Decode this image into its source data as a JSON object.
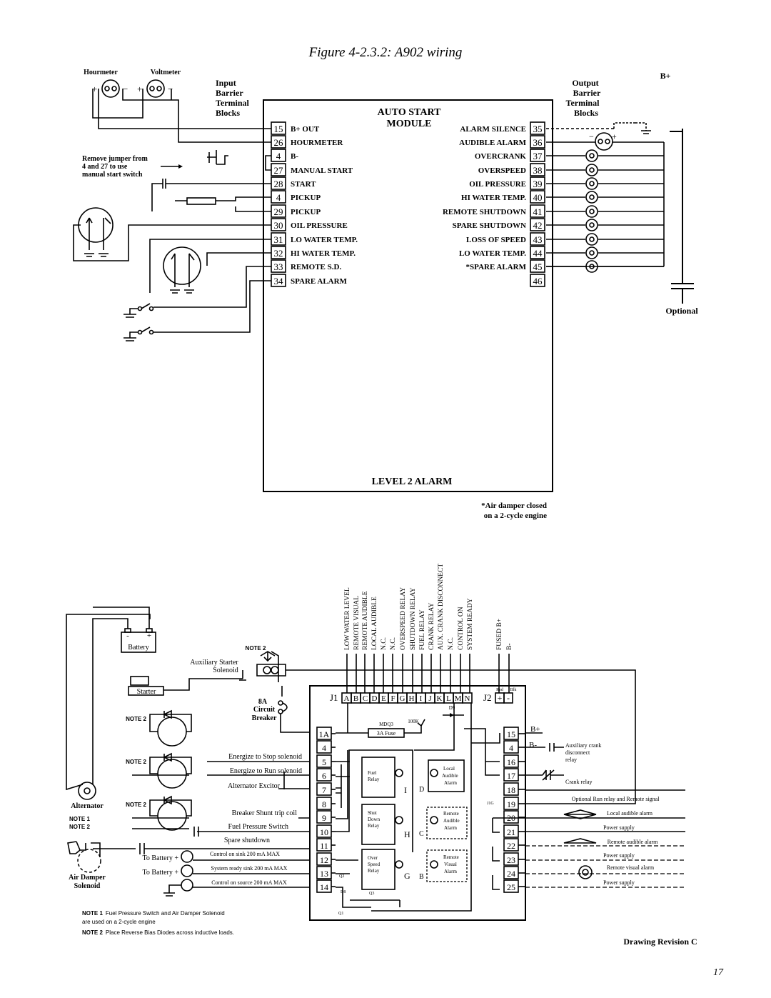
{
  "figure_title": "Figure 4-2.3.2: A902 wiring",
  "page_number": "17",
  "drawing_revision": "Drawing Revision C",
  "top": {
    "hourmeter": "Hourmeter",
    "voltmeter": "Voltmeter",
    "input_header": [
      "Input",
      "Barrier",
      "Terminal",
      "Blocks"
    ],
    "output_header": [
      "Output",
      "Barrier",
      "Terminal",
      "Blocks"
    ],
    "module_title_1": "AUTO START",
    "module_title_2": "MODULE",
    "level_alarm": "LEVEL 2 ALARM",
    "jumper_note": [
      "Remove jumper from",
      "4 and 27 to use",
      "manual start switch"
    ],
    "bplus": "B+",
    "optional": "Optional",
    "footnote": [
      "*Air damper closed",
      "on a 2-cycle engine"
    ],
    "left_terms": [
      {
        "num": "15",
        "label": "B+ OUT"
      },
      {
        "num": "26",
        "label": "HOURMETER"
      },
      {
        "num": "4",
        "label": "B-"
      },
      {
        "num": "27",
        "label": "MANUAL START"
      },
      {
        "num": "28",
        "label": "START"
      },
      {
        "num": "4",
        "label": "PICKUP"
      },
      {
        "num": "29",
        "label": "PICKUP"
      },
      {
        "num": "30",
        "label": "OIL PRESSURE"
      },
      {
        "num": "31",
        "label": "LO WATER TEMP."
      },
      {
        "num": "32",
        "label": "HI WATER TEMP."
      },
      {
        "num": "33",
        "label": "REMOTE S.D."
      },
      {
        "num": "34",
        "label": "SPARE ALARM"
      }
    ],
    "right_terms": [
      {
        "num": "35",
        "label": "ALARM SILENCE"
      },
      {
        "num": "36",
        "label": "AUDIBLE ALARM"
      },
      {
        "num": "37",
        "label": "OVERCRANK"
      },
      {
        "num": "38",
        "label": "OVERSPEED"
      },
      {
        "num": "39",
        "label": "OIL PRESSURE"
      },
      {
        "num": "40",
        "label": "HI WATER TEMP."
      },
      {
        "num": "41",
        "label": "REMOTE SHUTDOWN"
      },
      {
        "num": "42",
        "label": "SPARE SHUTDOWN"
      },
      {
        "num": "43",
        "label": "LOSS OF SPEED"
      },
      {
        "num": "44",
        "label": "LO WATER TEMP."
      },
      {
        "num": "45",
        "label": "*SPARE ALARM"
      },
      {
        "num": "46",
        "label": ""
      }
    ]
  },
  "bottom": {
    "vertical_labels": [
      "LOW WATER LEVEL",
      "REMOTE VISUAL",
      "REMOTE AUDIBLE",
      "LOCAL AUDIBLE",
      "N.C.",
      "N.C.",
      "OVERSPEED RELAY",
      "SHUTDOWN RELAY",
      "FUEL RELAY",
      "CRANK RELAY",
      "AUX. CRANK DISCONNECT",
      "N.C.",
      "CONTROL ON",
      "SYSTEM READY",
      "FUSED B+",
      "B-"
    ],
    "j1_label": "J1",
    "j1_pins": [
      "A",
      "B",
      "C",
      "D",
      "E",
      "F",
      "G",
      "H",
      "I",
      "J",
      "K",
      "L",
      "M",
      "N"
    ],
    "j2_label": "J2",
    "j2_pins": [
      "+",
      "-"
    ],
    "red": "Red",
    "blk": "Blk",
    "battery": "Battery",
    "battery_minus": "-",
    "battery_plus": "+",
    "aux_starter": [
      "Auxiliary Starter",
      "Solenoid"
    ],
    "starter": "Starter",
    "breaker": [
      "8A",
      "Circuit",
      "Breaker"
    ],
    "note2": "NOTE 2",
    "note1": "NOTE 1",
    "alternator": "Alternator",
    "air_damper": [
      "Air Damper",
      "Solenoid"
    ],
    "left_terms": [
      "1A",
      "4",
      "5",
      "6",
      "7",
      "8",
      "9",
      "10",
      "11",
      "12",
      "13",
      "14"
    ],
    "right_terms": [
      "15",
      "4",
      "16",
      "17",
      "18",
      "19",
      "20",
      "21",
      "22",
      "23",
      "24",
      "25"
    ],
    "bplus": "B+",
    "bminus": "B-",
    "left_labels": [
      "Energize to Stop solenoid",
      "Energize to Run solenoid",
      "Alternator Excitor",
      "Breaker Shunt trip coil",
      "Fuel Pressure Switch",
      "Spare shutdown"
    ],
    "to_battery": "To Battery +",
    "sink_labels": [
      "Control on sink 200 mA MAX",
      "System ready sink 200 mA MAX",
      "Control on source 200 mA MAX"
    ],
    "mdq3": "MDQ3",
    "r100k": "100K",
    "fuse": "3A Fuse",
    "d9": "D9",
    "q2": "Q2",
    "d8": "D8",
    "q3": "Q3",
    "q1": "Q1",
    "relays": [
      [
        "Fuel",
        "Relay"
      ],
      [
        "Shut",
        "Down",
        "Relay"
      ],
      [
        "Over",
        "Speed",
        "Relay"
      ]
    ],
    "relay_letters": [
      "I",
      "H",
      "G"
    ],
    "alarm_letters": [
      "D",
      "C",
      "B"
    ],
    "alarms": [
      [
        "Local",
        "Audible",
        "Alarm"
      ],
      [
        "Remote",
        "Audible",
        "Alarm"
      ],
      [
        "Remote",
        "Visual",
        "Alarm"
      ]
    ],
    "j1g": "J1G",
    "right_labels": {
      "aux_crank": [
        "Auxiliary crank",
        "disconnect",
        "relay"
      ],
      "crank_relay": "Crank relay",
      "optional_run": "Optional Run relay and Remote signal",
      "local_audible": "Local audible alarm",
      "power_supply": "Power supply",
      "remote_audible": "Remote audible alarm",
      "remote_visual": "Remote visual alarm"
    },
    "notes": {
      "note1_text": "Fuel Pressure Switch and Air Damper Solenoid",
      "note1_text2": "are used on a 2-cycle engine",
      "note2_text": "Place Reverse Bias Diodes across inductive loads."
    }
  }
}
